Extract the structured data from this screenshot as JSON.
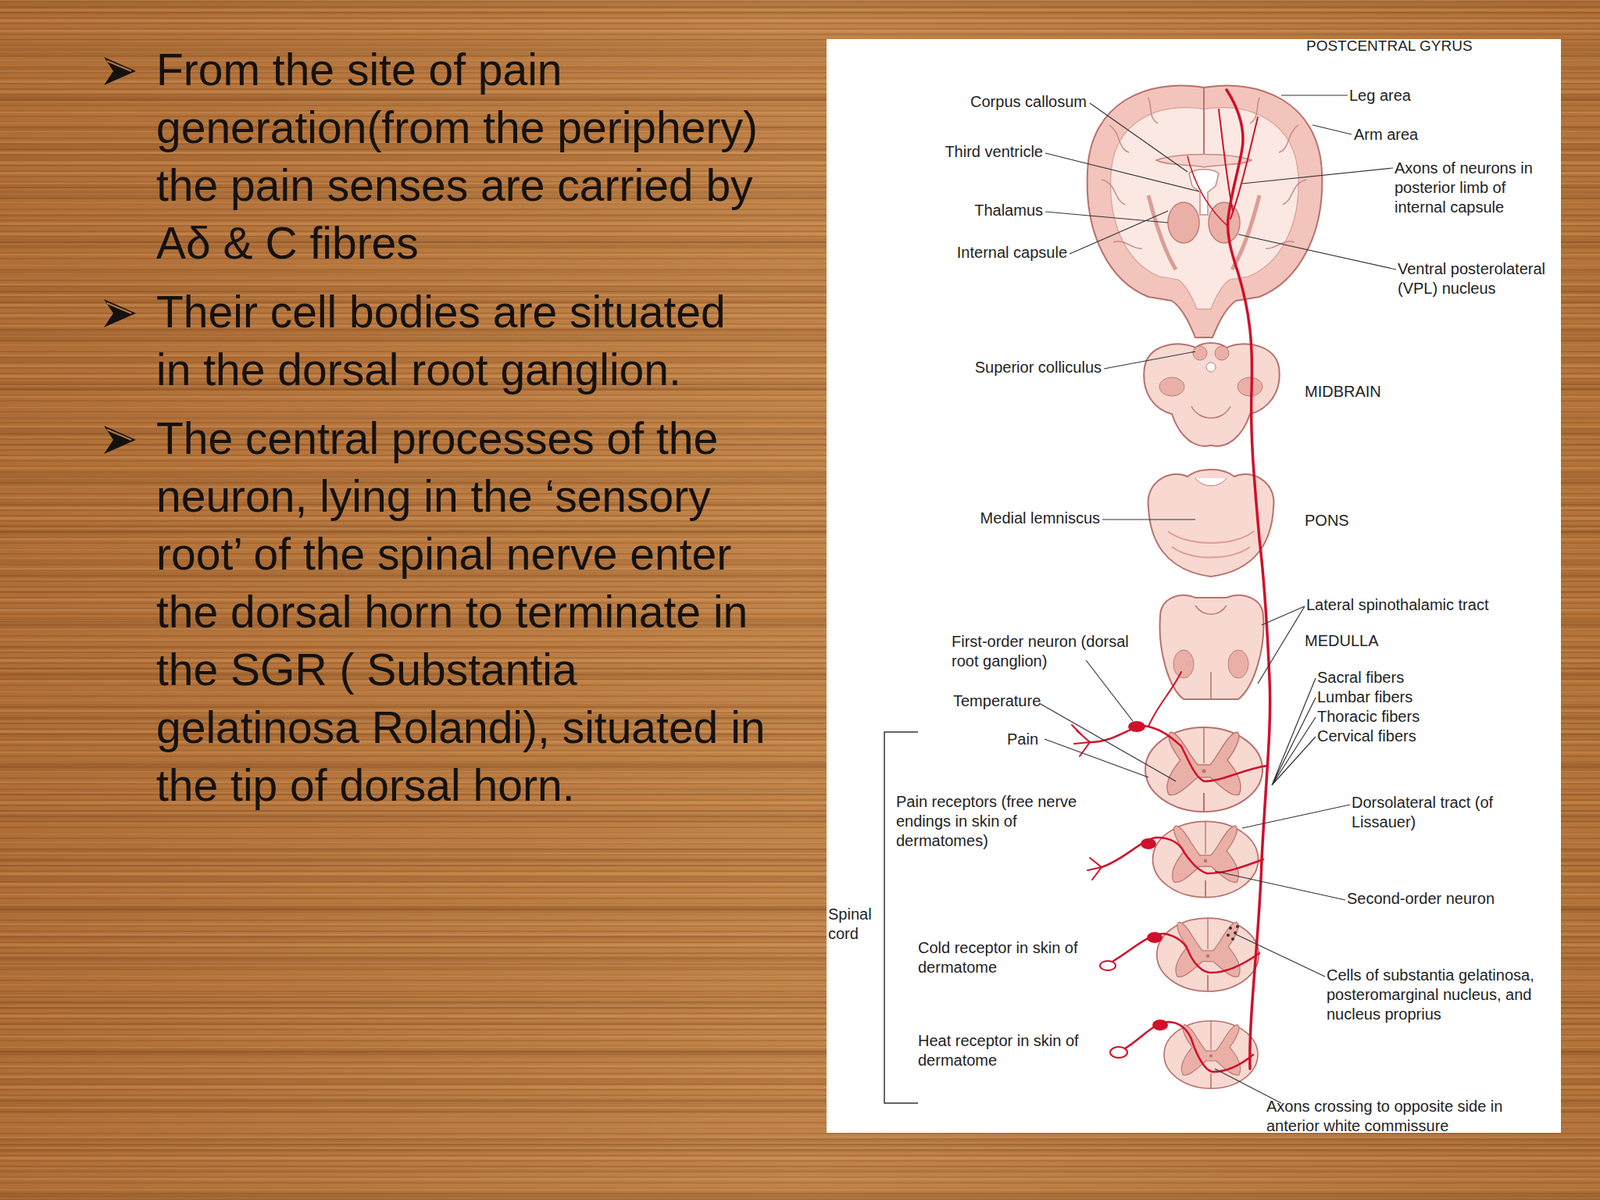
{
  "diagram": {
    "labels": [
      "From the site of pain generation(from the periphery) the pain senses are carried by Aδ & C fibres",
      "Their cell bodies are situated in the dorsal root ganglion.",
      "The central processes of the neuron, lying in the ‘sensory root’ of the spinal nerve enter the dorsal horn to terminate in the SGR ( Substantia gelatinosa Rolandi), situated in the tip of dorsal horn.",
      "POSTCENTRAL GYRUS",
      "Corpus callosum",
      "Leg area",
      "Arm area",
      "Third ventricle",
      "Axons of neurons in posterior limb of internal capsule",
      "Thalamus",
      "Internal capsule",
      "Ventral posterolateral (VPL) nucleus",
      "Superior colliculus",
      "MIDBRAIN",
      "Medial lemniscus",
      "PONS",
      "Lateral spinothalamic tract",
      "MEDULLA",
      "First-order neuron (dorsal root ganglion)",
      "Temperature",
      "Sacral fibers",
      "Lumbar fibers",
      "Thoracic fibers",
      "Cervical fibers",
      "Pain",
      "Pain receptors (free nerve endings in skin of dermatomes)",
      "Dorsolateral tract (of Lissauer)",
      "Spinal cord",
      "Second-order neuron",
      "Cold receptor in skin of dermatome",
      "Cells of substantia gelatinosa, posteromarginal nucleus, and nucleus proprius",
      "Heat receptor in skin of dermatome",
      "Axons crossing to opposite side in anterior white commissure"
    ]
  }
}
